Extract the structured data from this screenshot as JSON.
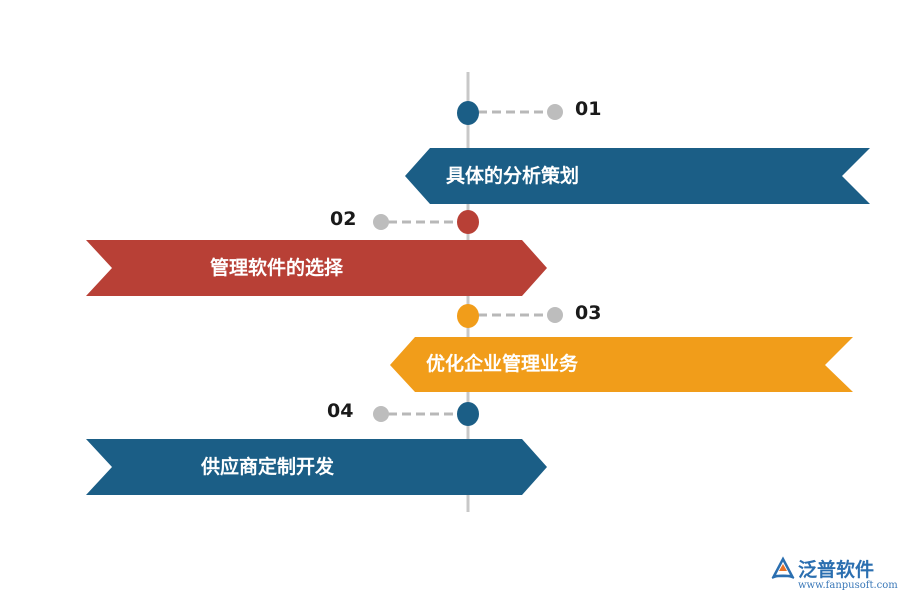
{
  "steps": [
    {
      "number": "01",
      "label": "具体的分析策划",
      "color": "#1b5e86"
    },
    {
      "number": "02",
      "label": "管理软件的选择",
      "color": "#b84036"
    },
    {
      "number": "03",
      "label": "优化企业管理业务",
      "color": "#f19d1a"
    },
    {
      "number": "04",
      "label": "供应商定制开发",
      "color": "#1b5e86"
    }
  ],
  "colors": {
    "axis": "#c8c8c8",
    "connector": "#b8b8b8",
    "number_text": "#1a1a1a",
    "logo": "#2b6fb0"
  },
  "logo": {
    "name": "泛普软件",
    "url": "www.fanpusoft.com"
  }
}
